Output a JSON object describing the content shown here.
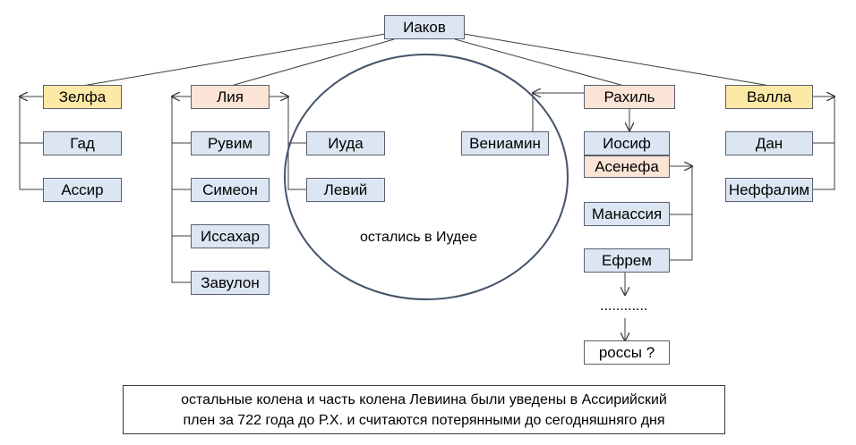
{
  "nodes": {
    "iakov": "Иаков",
    "zelfa": "Зелфа",
    "gad": "Гад",
    "assir": "Ассир",
    "liya": "Лия",
    "ruvim": "Рувим",
    "simeon": "Симеон",
    "issakhar": "Иссахар",
    "zavulon": "Завулон",
    "iuda": "Иуда",
    "leviy": "Левий",
    "veniamin": "Вениамин",
    "rakhil": "Рахиль",
    "iosif": "Иосиф",
    "asenefa": "Асенефа",
    "manassiya": "Манассия",
    "efrem": "Ефрем",
    "ellipsis": "............",
    "rossy": "россы ?",
    "valla": "Валла",
    "dan": "Дан",
    "neffalim": "Неффалим"
  },
  "ellipse_label": "остались в Иудее",
  "caption": {
    "line1": "остальные колена и часть колена Левиина были уведены в Ассирийский",
    "line2": "плен за 722 года до Р.Х. и считаются потерянными до сегодняшняго дня"
  },
  "colors": {
    "line": "#3c3c3c",
    "ellipse": "#44546a",
    "blue_fill": "#dce6f2",
    "yellow_fill": "#fde9a6",
    "peach_fill": "#fbe4d5"
  }
}
